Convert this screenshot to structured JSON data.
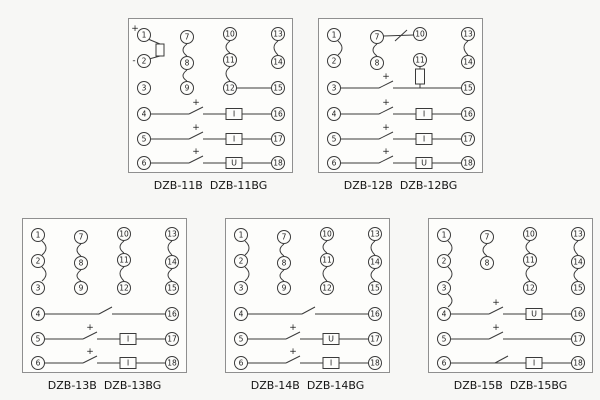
{
  "symbols": {
    "plus": "+",
    "minus": "-"
  },
  "diagrams": {
    "d11": {
      "caption": "DZB-11B  DZB-11BG",
      "terminals": {
        "t1": "1",
        "t2": "2",
        "t3": "3",
        "t4": "4",
        "t5": "5",
        "t6": "6",
        "t7": "7",
        "t8": "8",
        "t9": "9",
        "t10": "10",
        "t11": "11",
        "t12": "12",
        "t13": "13",
        "t14": "14",
        "t15": "15",
        "t16": "16",
        "t17": "17",
        "t18": "18"
      },
      "coils": {
        "row4": "I",
        "row5": "I",
        "row6": "U"
      }
    },
    "d12": {
      "caption": "DZB-12B  DZB-12BG",
      "terminals": {
        "t1": "1",
        "t2": "2",
        "t3": "3",
        "t4": "4",
        "t5": "5",
        "t6": "6",
        "t7": "7",
        "t8": "8",
        "t10": "10",
        "t11": "11",
        "t13": "13",
        "t14": "14",
        "t15": "15",
        "t16": "16",
        "t17": "17",
        "t18": "18"
      },
      "coils": {
        "row4": "I",
        "row5": "I",
        "row6": "U"
      }
    },
    "d13": {
      "caption": "DZB-13B  DZB-13BG",
      "terminals": {
        "t1": "1",
        "t2": "2",
        "t3": "3",
        "t4": "4",
        "t5": "5",
        "t6": "6",
        "t7": "7",
        "t8": "8",
        "t9": "9",
        "t10": "10",
        "t11": "11",
        "t12": "12",
        "t13": "13",
        "t14": "14",
        "t15": "15",
        "t16": "16",
        "t17": "17",
        "t18": "18"
      },
      "coils": {
        "row5": "I",
        "row6": "I"
      }
    },
    "d14": {
      "caption": "DZB-14B  DZB-14BG",
      "terminals": {
        "t1": "1",
        "t2": "2",
        "t3": "3",
        "t4": "4",
        "t5": "5",
        "t6": "6",
        "t7": "7",
        "t8": "8",
        "t9": "9",
        "t10": "10",
        "t11": "11",
        "t12": "12",
        "t13": "13",
        "t14": "14",
        "t15": "15",
        "t16": "16",
        "t17": "17",
        "t18": "18"
      },
      "coils": {
        "row5": "U",
        "row6": "I"
      }
    },
    "d15": {
      "caption": "DZB-15B  DZB-15BG",
      "terminals": {
        "t1": "1",
        "t2": "2",
        "t3": "3",
        "t4": "4",
        "t5": "5",
        "t6": "6",
        "t7": "7",
        "t8": "8",
        "t10": "10",
        "t11": "11",
        "t12": "12",
        "t13": "13",
        "t14": "14",
        "t15": "15",
        "t16": "16",
        "t17": "17",
        "t18": "18"
      },
      "coils": {
        "row4": "U",
        "row6": "I"
      }
    }
  }
}
